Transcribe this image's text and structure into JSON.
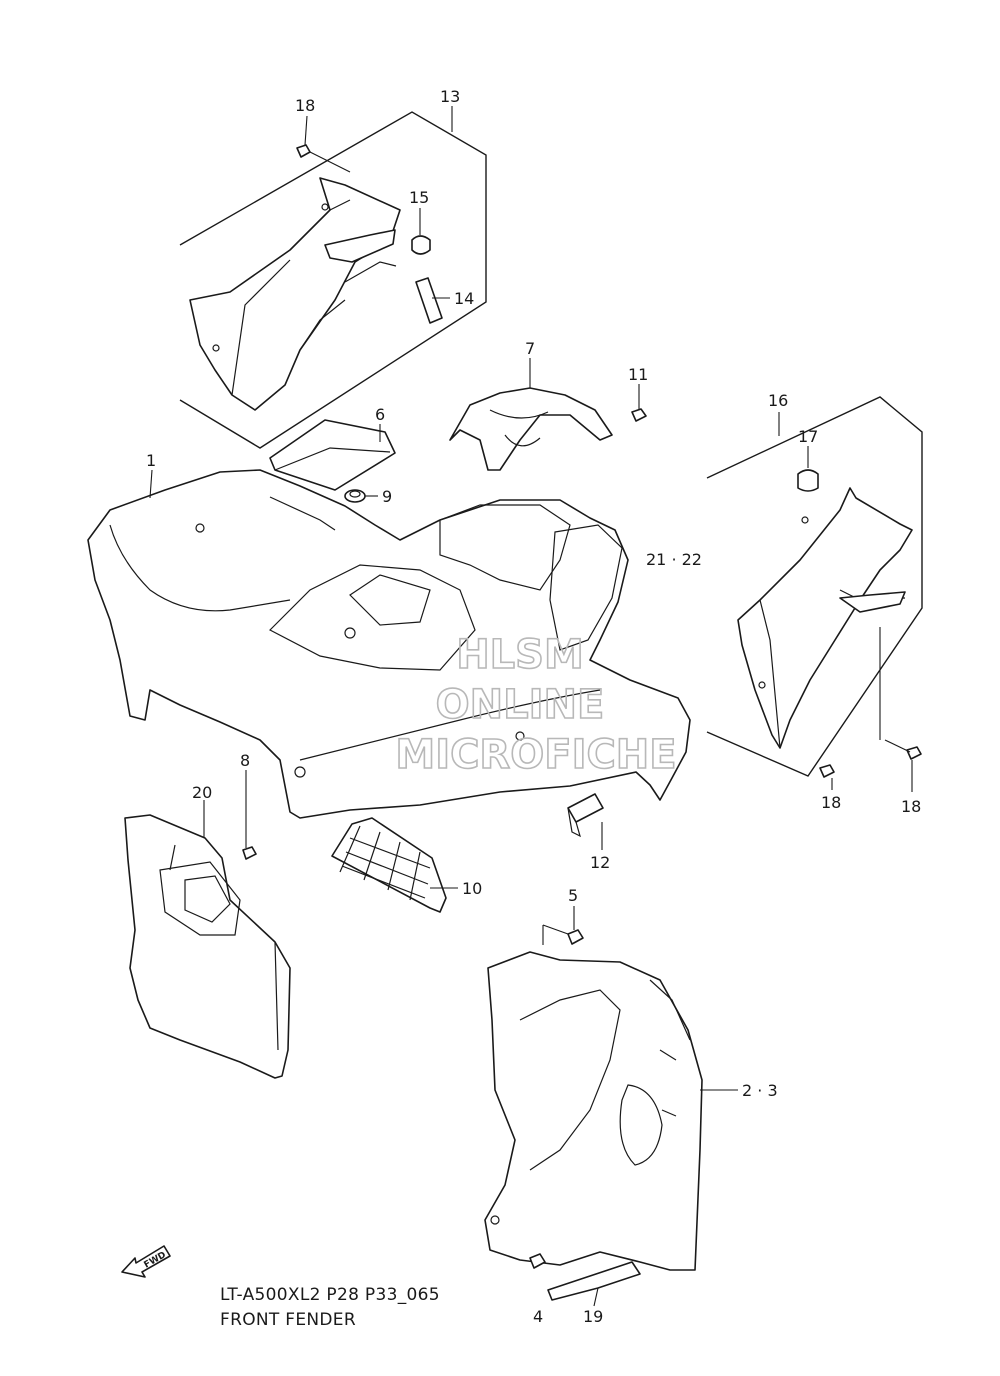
{
  "diagram": {
    "model_code": "LT-A500XL2 P28 P33_065",
    "title": "FRONT FENDER",
    "fwd_label": "FWD",
    "watermark": [
      "HLSM",
      "ONLINE",
      "MICROFICHE"
    ],
    "callouts": [
      "1",
      "2 · 3",
      "4",
      "5",
      "6",
      "7",
      "8",
      "9",
      "10",
      "11",
      "12",
      "13",
      "14",
      "15",
      "16",
      "17",
      "18",
      "18",
      "18",
      "19",
      "20",
      "21 · 22"
    ]
  }
}
